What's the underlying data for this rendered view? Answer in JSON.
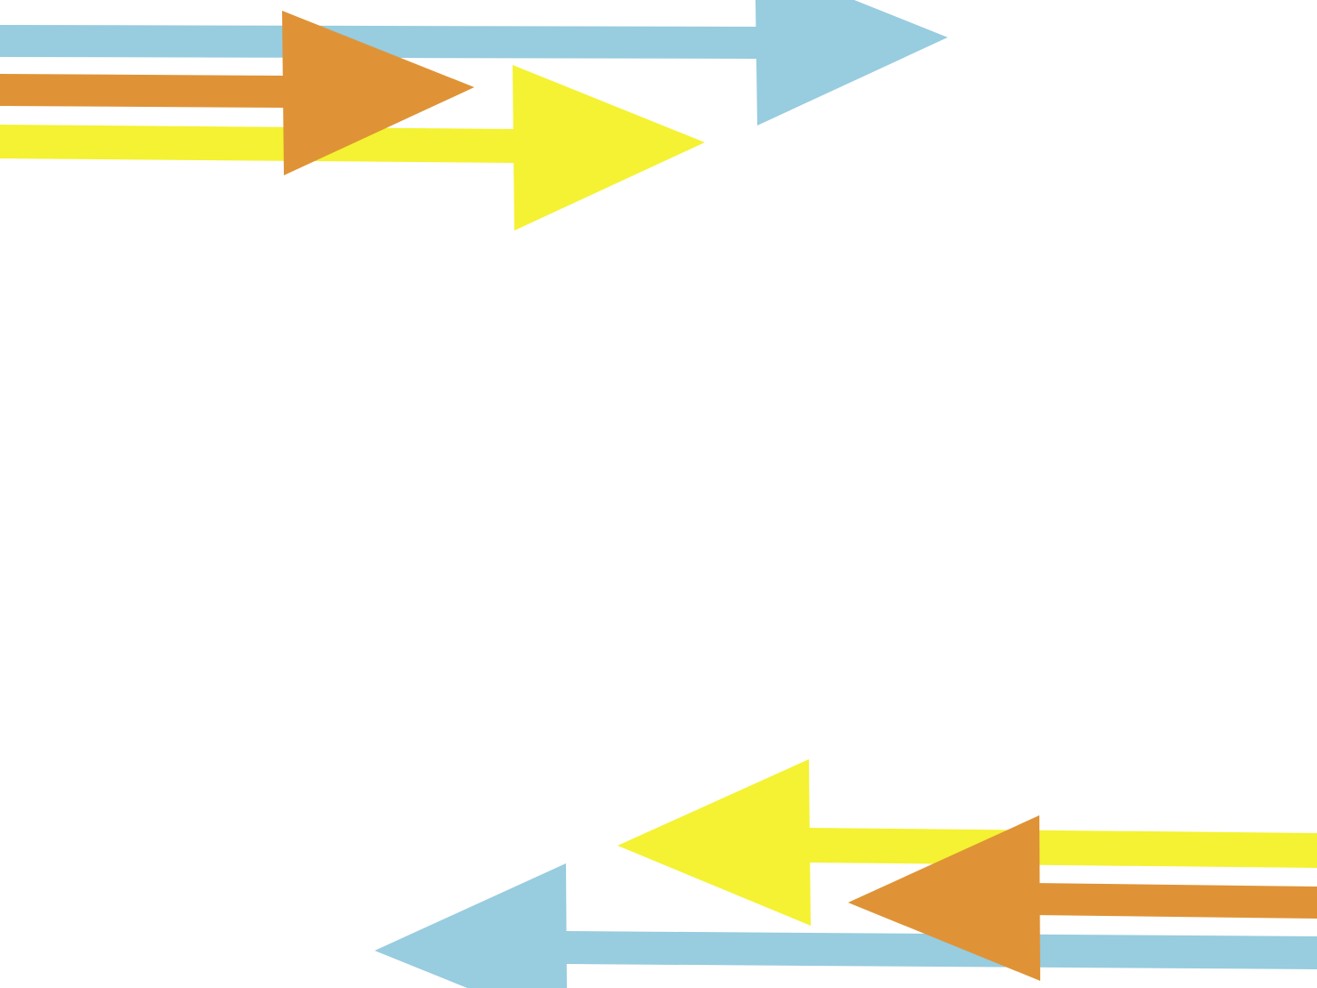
{
  "background": "#ffffff",
  "colors": {
    "blue": "#98ccdf",
    "orange": "#df9336",
    "yellow": "#f4f232"
  },
  "arrow_groups": [
    {
      "name": "top-right-pointing",
      "direction": "right",
      "arrows": [
        {
          "name": "blue-arrow",
          "color_key": "blue"
        },
        {
          "name": "orange-arrow",
          "color_key": "orange"
        },
        {
          "name": "yellow-arrow",
          "color_key": "yellow"
        }
      ]
    },
    {
      "name": "bottom-left-pointing",
      "direction": "left",
      "arrows": [
        {
          "name": "yellow-arrow",
          "color_key": "yellow"
        },
        {
          "name": "orange-arrow",
          "color_key": "orange"
        },
        {
          "name": "blue-arrow",
          "color_key": "blue"
        }
      ]
    }
  ]
}
